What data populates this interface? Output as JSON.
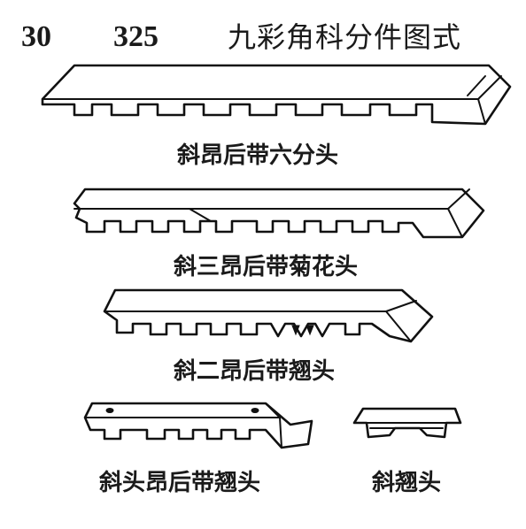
{
  "header": {
    "figure_number": "30",
    "page_number": "325",
    "title": "九彩角科分件图式"
  },
  "parts": [
    {
      "caption": "斜昂后带六分头"
    },
    {
      "caption": "斜三昂后带菊花头"
    },
    {
      "caption": "斜二昂后带翘头"
    },
    {
      "caption": "斜头昂后带翘头"
    },
    {
      "caption": "斜翘头"
    }
  ]
}
